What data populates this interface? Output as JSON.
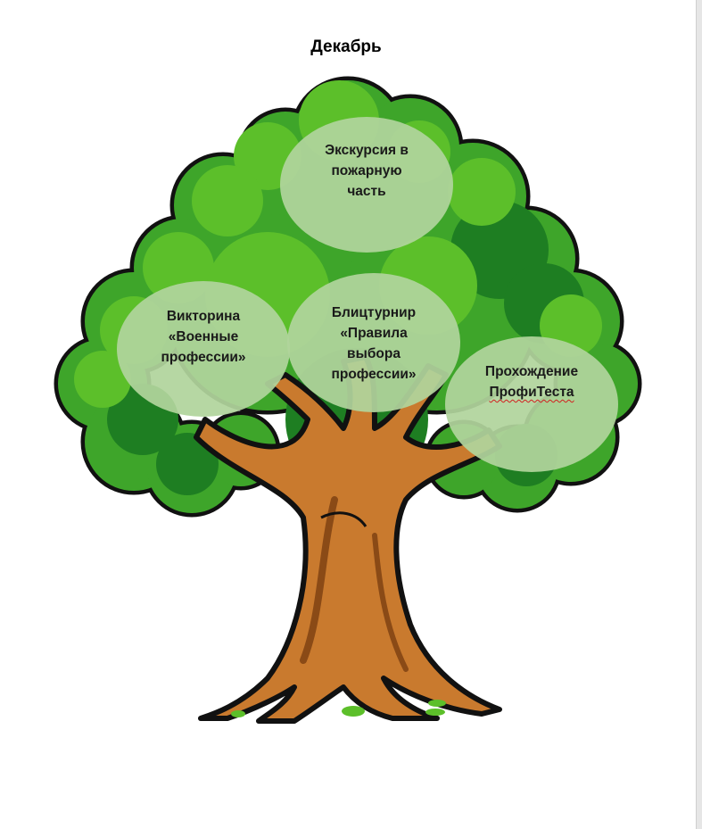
{
  "title": "Декабрь",
  "bubbles": [
    {
      "lines": [
        "Экскурсия в",
        "пожарную",
        "часть"
      ]
    },
    {
      "lines": [
        "Викторина",
        "«Военные",
        "профессии»"
      ]
    },
    {
      "lines": [
        "Блицтурнир",
        "«Правила",
        "выбора",
        "профессии»"
      ]
    },
    {
      "lines": [
        "Прохождение",
        "ПрофиТеста"
      ]
    }
  ],
  "colors": {
    "foliage_light": "#5cbf2a",
    "foliage_mid": "#3ea52a",
    "foliage_dark": "#1e7e22",
    "trunk": "#c97a2e",
    "trunk_shadow": "#8a4a16",
    "outline": "#111111",
    "bubble": "#b0d49c"
  }
}
